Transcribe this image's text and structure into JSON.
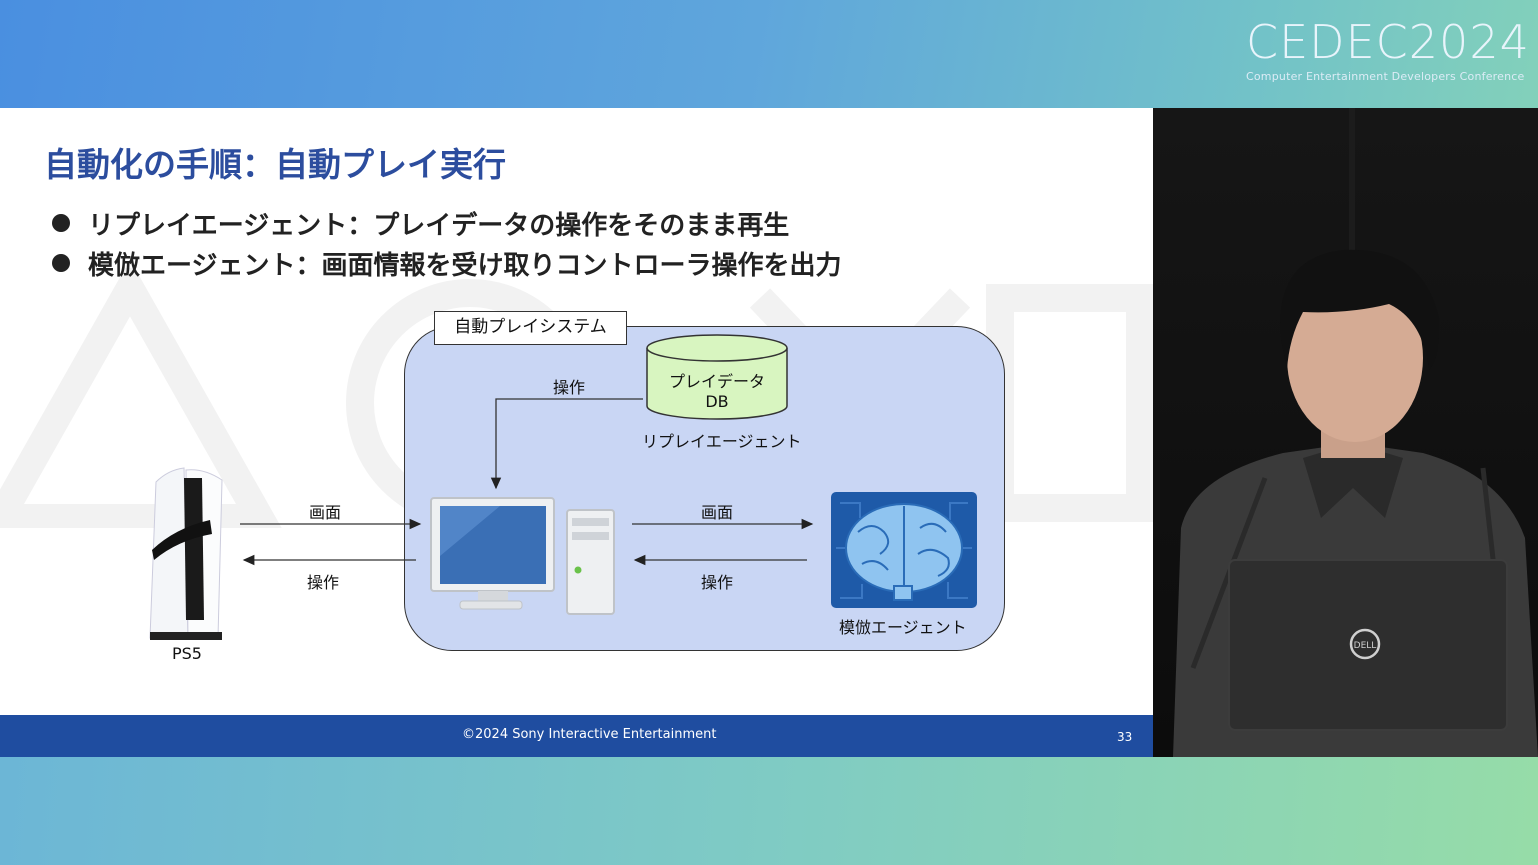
{
  "event_logo": {
    "main": "CEDEC2024",
    "sub": "Computer Entertainment Developers Conference"
  },
  "slide": {
    "title": "自動化の手順：自動プレイ実行",
    "bullets": [
      "リプレイエージェント：プレイデータの操作をそのまま再生",
      "模倣エージェント：画面情報を受け取りコントローラ操作を出力"
    ],
    "diagram": {
      "system_label": "自動プレイシステム",
      "db_label_line1": "プレイデータ",
      "db_label_line2": "DB",
      "replay_agent_label": "リプレイエージェント",
      "db_arrow_label": "操作",
      "ps5_label": "PS5",
      "ps5_to_pc_label": "画面",
      "pc_to_ps5_label": "操作",
      "pc_to_agent_label": "画面",
      "agent_to_pc_label": "操作",
      "mimic_agent_label": "模倣エージェント"
    },
    "footer": {
      "copyright": "©2024 Sony Interactive Entertainment",
      "page_number": "33"
    }
  },
  "colors": {
    "title": "#2c4d9e",
    "footer_bar": "#1f4da0",
    "system_box": "#c9d6f4",
    "db_fill": "#d8f5c0"
  }
}
